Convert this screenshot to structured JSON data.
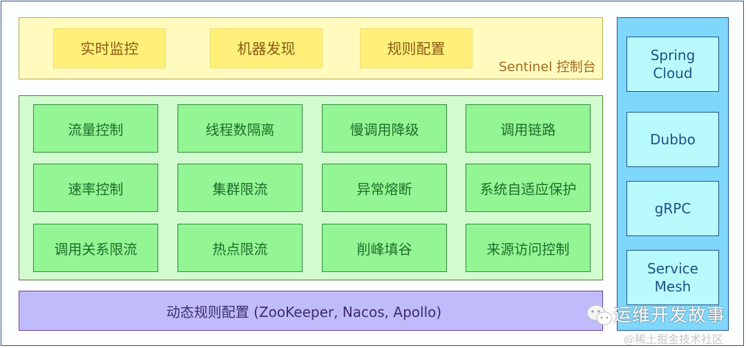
{
  "console": {
    "label": "Sentinel 控制台",
    "items": [
      "实时监控",
      "机器发现",
      "规则配置"
    ],
    "colors": {
      "panel": "#fffbbf",
      "item": "#fff07a",
      "text": "#8a5a14"
    }
  },
  "core": {
    "rows": [
      [
        "流量控制",
        "线程数隔离",
        "慢调用降级",
        "调用链路"
      ],
      [
        "速率控制",
        "集群限流",
        "异常熔断",
        "系统自适应保护"
      ],
      [
        "调用关系限流",
        "热点限流",
        "削峰填谷",
        "来源访问控制"
      ]
    ],
    "colors": {
      "panel": "#d2fbd0",
      "item": "#93f593",
      "text": "#1f6d2b"
    }
  },
  "dynamic_config": {
    "label": "动态规则配置 (ZooKeeper, Nacos, Apollo)",
    "color": "#c0bcfb"
  },
  "adapters": {
    "items": [
      "Spring\nCloud",
      "Dubbo",
      "gRPC",
      "Service\nMesh"
    ],
    "colors": {
      "panel": "#7fd7fc",
      "item": "#b9fbfd",
      "text": "#1d4f86"
    }
  },
  "watermark": {
    "icon": "wechat-icon",
    "text": "运维开发故事",
    "credit": "@稀土掘金技术社区"
  }
}
